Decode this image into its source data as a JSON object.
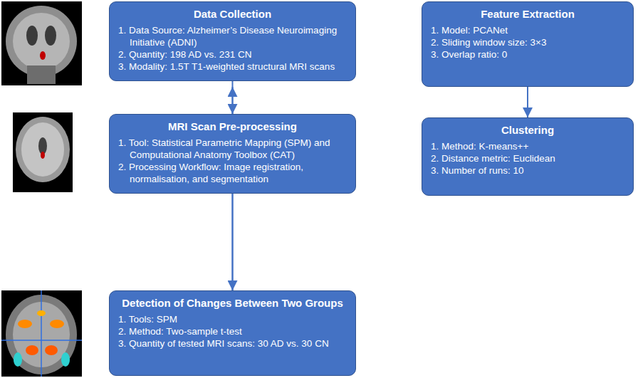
{
  "diagram": {
    "nodes": [
      {
        "text": [
          "Data Collection",
          "1. Data Source: Alzheimer’s Disease Neuroimaging Initiative (ADNI)",
          "2. Quantity: 198 AD vs. 231 CN",
          "3. Modality: 1.5T T1-weighted structural MRI scans"
        ]
      },
      {
        "text": [
          "MRI Scan Pre-processing",
          "1. Tool: Statistical Parametric Mapping (SPM) and Computational Anatomy Toolbox (CAT)",
          "2. Processing Workflow: Image registration, normalisation, and segmentation"
        ]
      },
      {
        "text": [
          "Detection of Changes Between Two Groups",
          "1. Tools: SPM",
          "2. Method: Two-sample t-test",
          "3. Quantity of tested MRI scans: 30 AD vs. 30 CN"
        ]
      },
      {
        "text": [
          "Feature Extraction",
          "1. Model: PCANet",
          "2. Sliding window size: 3×3",
          "3. Overlap ratio: 0"
        ]
      },
      {
        "text": [
          "Clustering",
          "1. Method: K-means++",
          "2. Distance metric: Euclidean",
          "3. Number of runs: 10"
        ]
      }
    ],
    "edges": [
      {
        "from": 0,
        "to": 1,
        "arrow": "to"
      },
      {
        "from": 1,
        "to": 2,
        "arrow": "to"
      },
      {
        "from": 2,
        "to": 3,
        "arrow": "to"
      },
      {
        "from": 3,
        "to": 4,
        "arrow": "to"
      }
    ]
  }
}
